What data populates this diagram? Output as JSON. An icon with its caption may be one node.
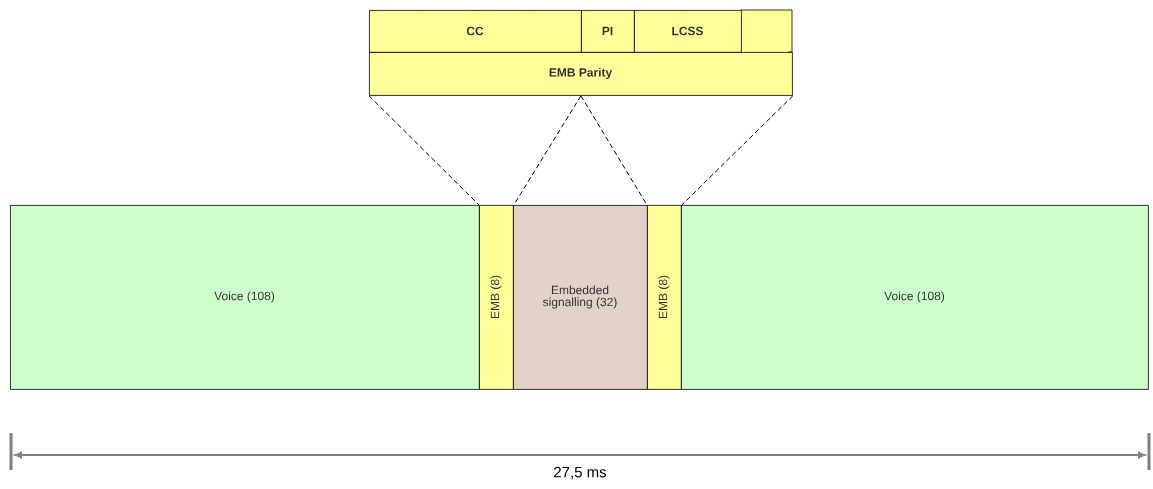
{
  "diagram": {
    "nodes": [
      {
        "text": [
          "Voice (108)"
        ]
      },
      {
        "text": [
          "EMB (8)"
        ]
      },
      {
        "text": [
          "Embedded signalling (32)"
        ]
      },
      {
        "text": [
          "EMB (8)"
        ]
      },
      {
        "text": [
          "Voice (108)"
        ]
      },
      {
        "text": [
          "CC"
        ]
      },
      {
        "text": [
          "PI"
        ]
      },
      {
        "text": [
          "LCSS"
        ]
      },
      {
        "text": [
          "EMB Parity"
        ]
      }
    ],
    "edges": [
      {
        "from": 8,
        "to": 1,
        "arrow": "none",
        "style": "dashed"
      },
      {
        "from": 8,
        "to": 1,
        "arrow": "none",
        "style": "dashed"
      },
      {
        "from": 8,
        "to": 3,
        "arrow": "none",
        "style": "dashed"
      },
      {
        "from": 8,
        "to": 3,
        "arrow": "none",
        "style": "dashed"
      }
    ],
    "labels": [
      "27,5 ms"
    ]
  }
}
